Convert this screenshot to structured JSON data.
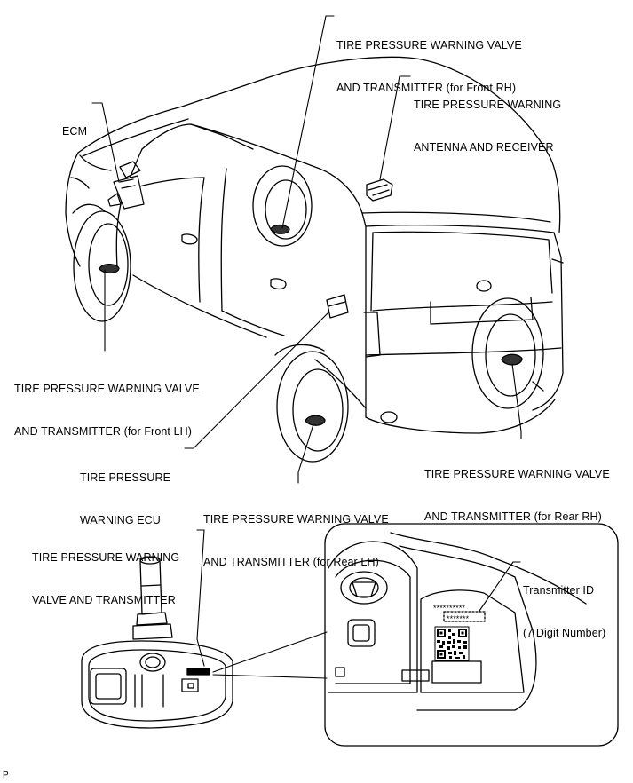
{
  "labels": {
    "ecm": "ECM",
    "valve_front_rh": [
      "TIRE PRESSURE WARNING VALVE",
      "AND TRANSMITTER (for Front RH)"
    ],
    "antenna": [
      "TIRE PRESSURE WARNING",
      "ANTENNA AND RECEIVER"
    ],
    "valve_front_lh": [
      "TIRE PRESSURE WARNING VALVE",
      "AND TRANSMITTER (for Front LH)"
    ],
    "ecu": [
      "TIRE PRESSURE",
      "WARNING ECU"
    ],
    "valve_rear_rh": [
      "TIRE PRESSURE WARNING VALVE",
      "AND TRANSMITTER (for Rear RH)"
    ],
    "valve_rear_lh": [
      "TIRE PRESSURE WARNING VALVE",
      "AND TRANSMITTER (for Rear LH)"
    ],
    "valve_detail": [
      "TIRE PRESSURE WARNING",
      "VALVE AND TRANSMITTER"
    ],
    "transmitter_id": [
      "Transmitter ID",
      "(7 Digit Number)"
    ],
    "id_stars_top": "**********",
    "id_stars_box": "*******",
    "corner_mark": "P"
  },
  "colors": {
    "line": "#000000",
    "background": "#ffffff"
  }
}
